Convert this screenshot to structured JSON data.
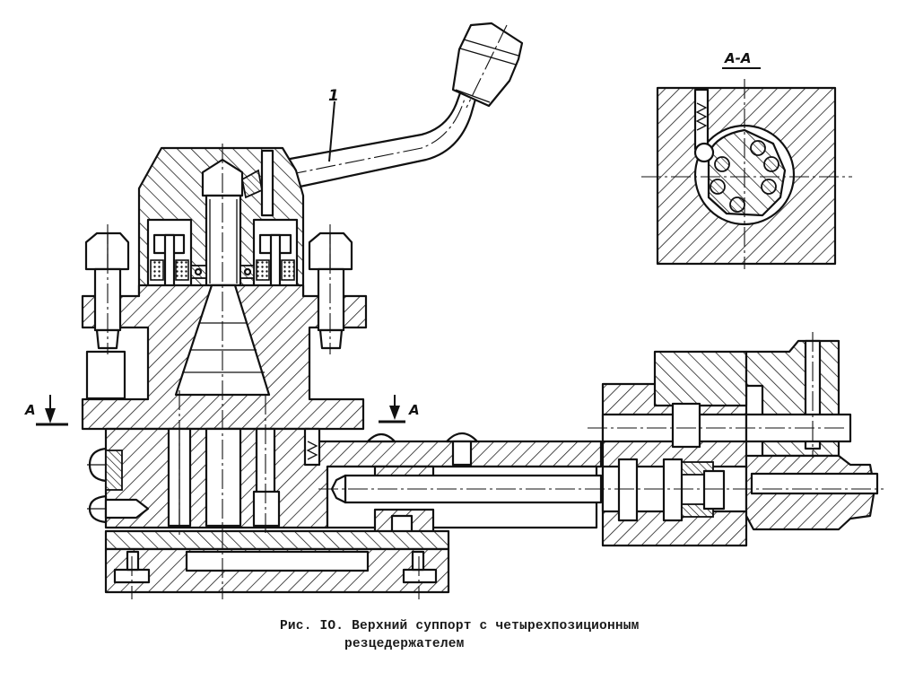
{
  "figure": {
    "caption_line1": "Рис. IO. Верхний суппорт с четырехпозиционным",
    "caption_line2": "резцедержателем",
    "part_label_1": "1",
    "section_title": "А-А",
    "section_marker_left": "А",
    "section_marker_right": "А"
  },
  "colors": {
    "ink": "#111111",
    "paper": "#ffffff"
  }
}
